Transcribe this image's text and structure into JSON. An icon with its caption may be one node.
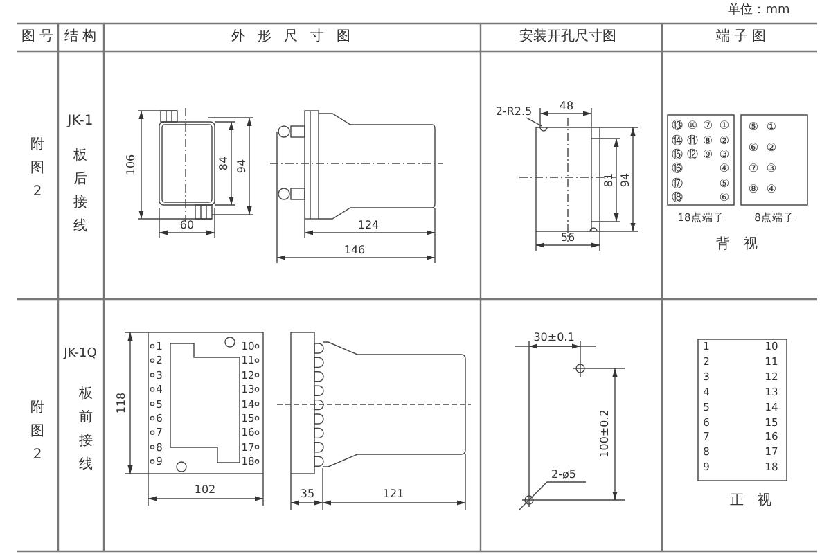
{
  "diagram": {
    "labels": [
      "单位：mm",
      "图号",
      "结构",
      "外形尺寸图",
      "安装开孔尺寸图",
      "端子图",
      "附图2",
      "JK-1",
      "板后接线",
      "106",
      "84",
      "94",
      "60",
      "124",
      "146",
      "2-R2.5",
      "48",
      "81",
      "94",
      "56",
      "⑬",
      "⑩",
      "⑦",
      "①",
      "⑭",
      "⑪",
      "⑧",
      "②",
      "⑮",
      "⑫",
      "⑨",
      "③",
      "⑯",
      "④",
      "⑰",
      "⑤",
      "⑱",
      "⑥",
      "⑤",
      "①",
      "⑥",
      "②",
      "⑦",
      "③",
      "⑧",
      "④",
      "18点端子",
      "8点端子",
      "背视",
      "附图2",
      "JK-1Q",
      "板前接线",
      "118",
      "1",
      "10",
      "2",
      "11",
      "3",
      "12",
      "4",
      "13",
      "5",
      "14",
      "6",
      "15",
      "7",
      "16",
      "8",
      "17",
      "9",
      "18",
      "102",
      "35",
      "121",
      "30±0.1",
      "100±0.2",
      "2-ø5",
      "1",
      "10",
      "2",
      "11",
      "3",
      "12",
      "4",
      "13",
      "5",
      "14",
      "6",
      "15",
      "7",
      "16",
      "8",
      "17",
      "9",
      "18",
      "正视"
    ]
  }
}
